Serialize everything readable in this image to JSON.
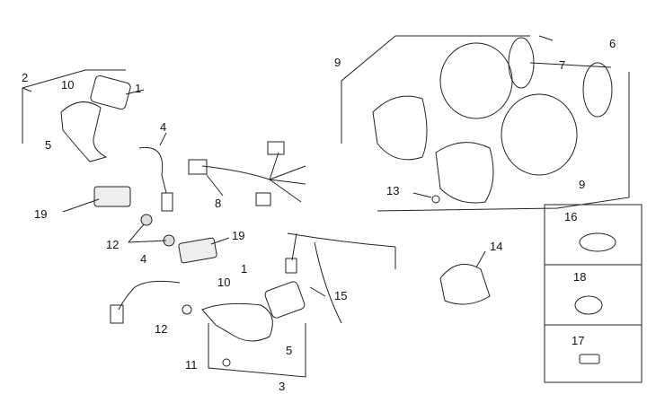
{
  "callouts": {
    "c1a": "1",
    "c2": "2",
    "c10a": "10",
    "c5a": "5",
    "c4a": "4",
    "c8": "8",
    "c19a": "19",
    "c12a": "12",
    "c19b": "19",
    "c4b": "4",
    "c12b": "12",
    "c1b": "1",
    "c10b": "10",
    "c11": "11",
    "c5b": "5",
    "c3": "3",
    "c15": "15",
    "c14": "14",
    "c9a": "9",
    "c6": "6",
    "c7": "7",
    "c9b": "9",
    "c13": "13",
    "c16": "16",
    "c18": "18",
    "c17": "17"
  }
}
